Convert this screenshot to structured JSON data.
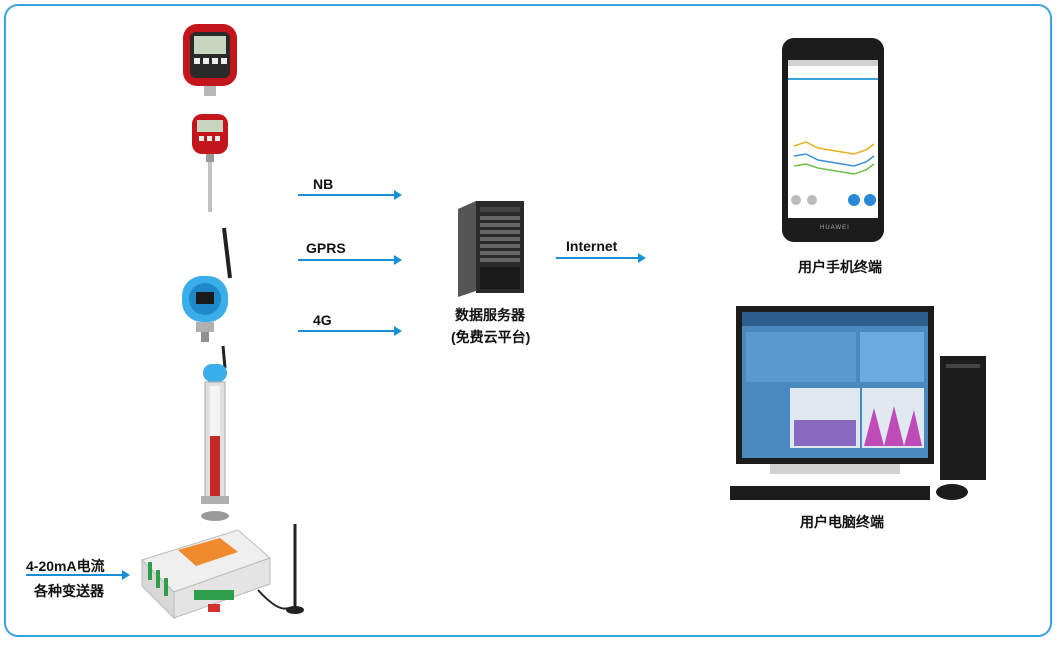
{
  "links": {
    "nb": "NB",
    "gprs": "GPRS",
    "fourg": "4G",
    "internet": "Internet"
  },
  "server": {
    "line1": "数据服务器",
    "line2": "(免费云平台)"
  },
  "clients": {
    "mobile": "用户手机终端",
    "pc": "用户电脑终端"
  },
  "input": {
    "line1": "4-20mA电流",
    "line2": "各种变送器"
  },
  "device_text": {
    "mobile_brand": "HUAWEI"
  }
}
